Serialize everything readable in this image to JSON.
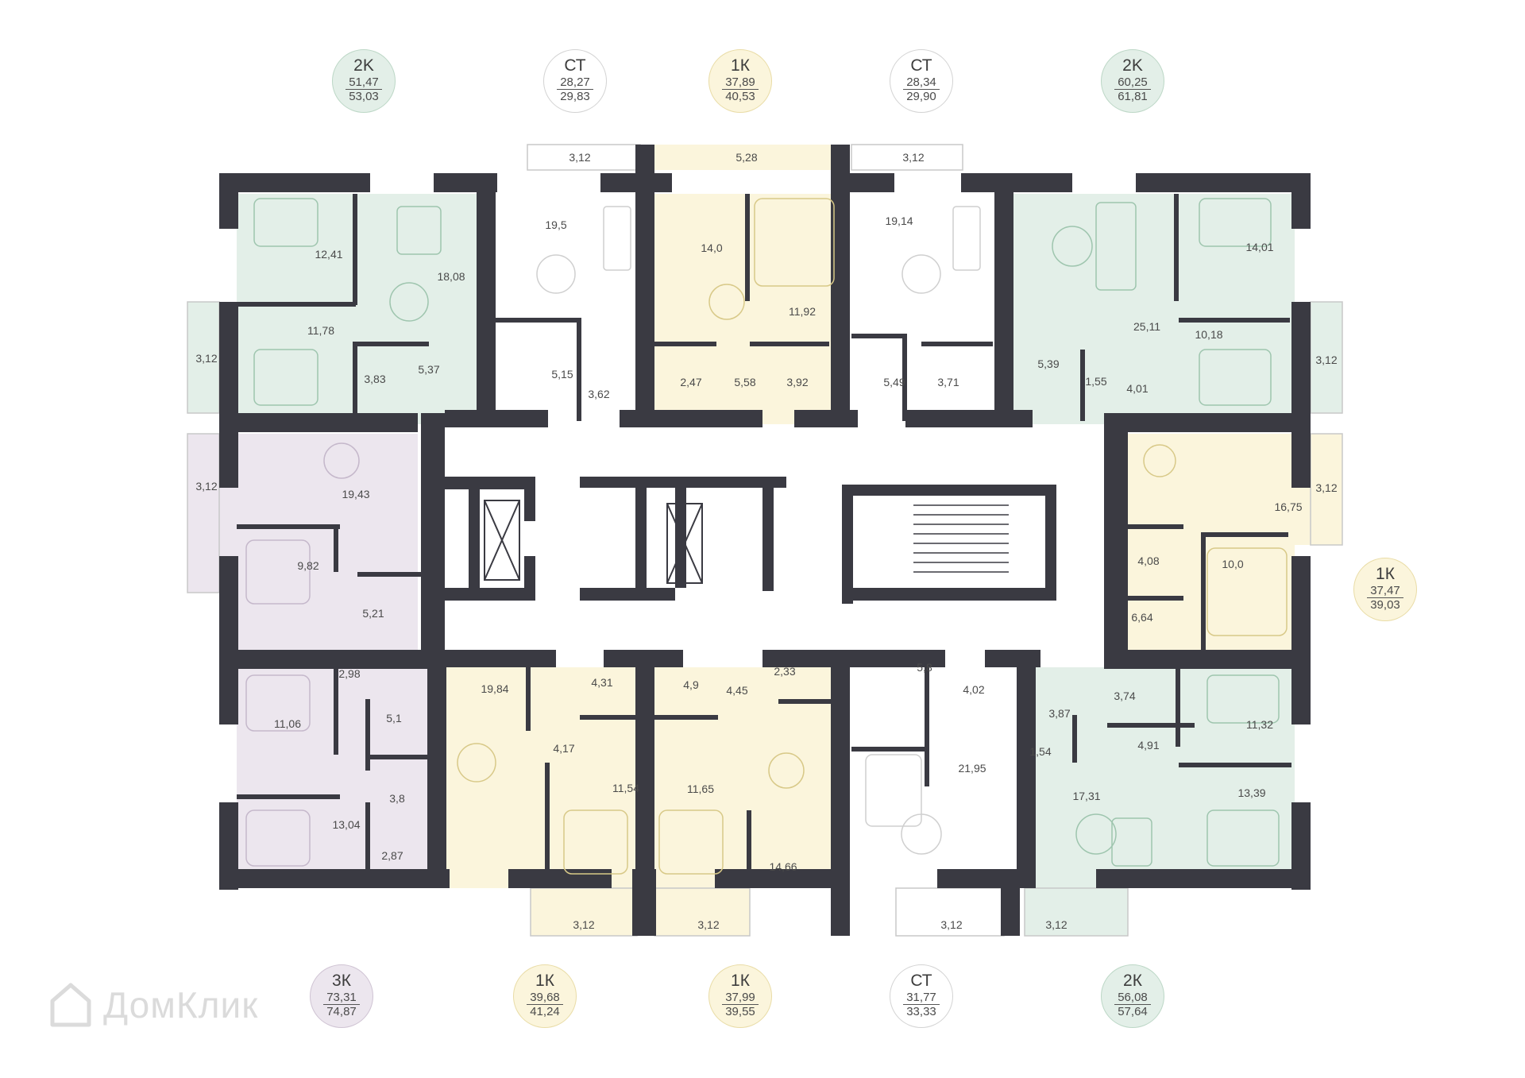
{
  "apartments_top": [
    {
      "type": "2K",
      "living": "51,47",
      "total": "53,03",
      "color": "green"
    },
    {
      "type": "СТ",
      "living": "28,27",
      "total": "29,83",
      "color": "white"
    },
    {
      "type": "1К",
      "living": "37,89",
      "total": "40,53",
      "color": "yellow"
    },
    {
      "type": "СТ",
      "living": "28,34",
      "total": "29,90",
      "color": "white"
    },
    {
      "type": "2K",
      "living": "60,25",
      "total": "61,81",
      "color": "green"
    }
  ],
  "apartment_right": {
    "type": "1К",
    "living": "37,47",
    "total": "39,03",
    "color": "yellow"
  },
  "apartments_bottom": [
    {
      "type": "3К",
      "living": "73,31",
      "total": "74,87",
      "color": "violet"
    },
    {
      "type": "1К",
      "living": "39,68",
      "total": "41,24",
      "color": "yellow"
    },
    {
      "type": "1К",
      "living": "37,99",
      "total": "39,55",
      "color": "yellow"
    },
    {
      "type": "СТ",
      "living": "31,77",
      "total": "33,33",
      "color": "white"
    },
    {
      "type": "2К",
      "living": "56,08",
      "total": "57,64",
      "color": "green"
    }
  ],
  "room_areas": {
    "a01": "12,41",
    "a02": "18,08",
    "a03": "11,78",
    "a04": "3,83",
    "a05": "5,37",
    "a06": "3,12",
    "b01": "3,12",
    "b02": "19,5",
    "b03": "5,15",
    "b04": "3,62",
    "c01": "5,28",
    "c02": "14,0",
    "c03": "11,92",
    "c04": "2,47",
    "c05": "5,58",
    "c06": "3,92",
    "d01": "3,12",
    "d02": "19,14",
    "d03": "5,49",
    "d04": "3,71",
    "e01": "14,01",
    "e02": "25,11",
    "e03": "10,18",
    "e04": "5,39",
    "e05": "1,55",
    "e06": "4,01",
    "e07": "3,12",
    "f01": "3,12",
    "f02": "19,43",
    "f03": "9,82",
    "f04": "5,21",
    "f05": "2,98",
    "f06": "11,06",
    "f07": "5,1",
    "f08": "3,8",
    "f09": "13,04",
    "f10": "2,87",
    "g01": "16,75",
    "g02": "3,12",
    "g03": "4,08",
    "g04": "10,0",
    "g05": "6,64",
    "h01": "19,84",
    "h02": "4,31",
    "h03": "4,17",
    "h04": "11,54",
    "h05": "3,12",
    "i01": "4,9",
    "i02": "4,45",
    "i03": "2,33",
    "i04": "11,65",
    "i05": "14,66",
    "i06": "3,12",
    "j01": "5,8",
    "j02": "4,02",
    "j03": "21,95",
    "j04": "3,12",
    "k01": "3,87",
    "k02": "3,74",
    "k03": "11,32",
    "k04": "1,54",
    "k05": "4,91",
    "k06": "17,31",
    "k07": "13,39",
    "k08": "3,12"
  },
  "watermark": "ДомКлик",
  "colors": {
    "wall": "#3a3a42",
    "green": "#e3efe8",
    "yellow": "#fbf5dc",
    "violet": "#ece6ee",
    "white": "#ffffff"
  }
}
